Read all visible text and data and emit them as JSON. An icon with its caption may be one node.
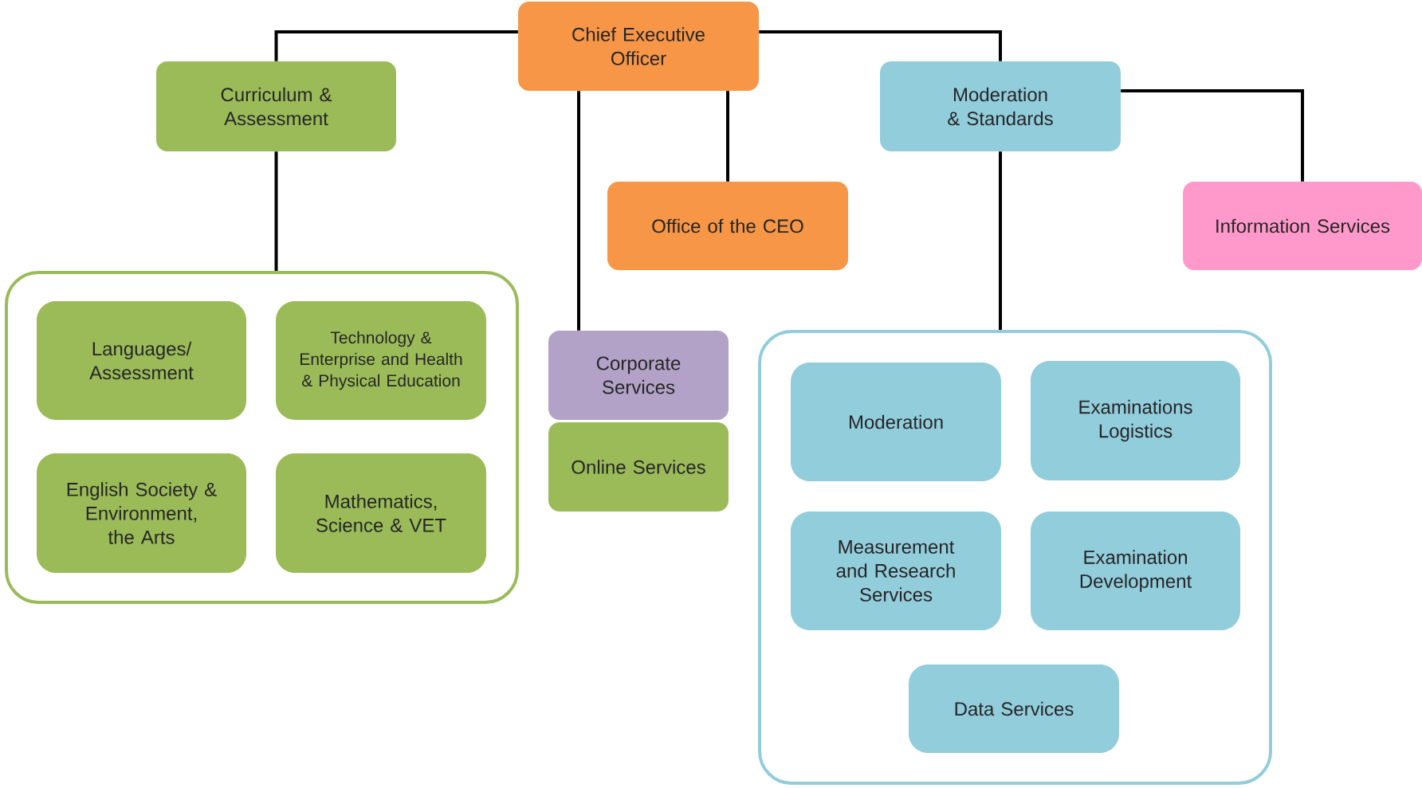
{
  "diagram": {
    "nodes": [
      {
        "text": [
          "Chief Executive Officer"
        ]
      },
      {
        "text": [
          "Curriculum & Assessment"
        ]
      },
      {
        "text": [
          "Moderation & Standards"
        ]
      },
      {
        "text": [
          "Office of the CEO"
        ]
      },
      {
        "text": [
          "Information Services"
        ]
      },
      {
        "text": [],
        "shape": "box"
      },
      {
        "text": [
          "Languages/ Assessment"
        ],
        "in": 5
      },
      {
        "text": [
          "Technology & Enterprise and Health & Physical Education"
        ],
        "in": 5
      },
      {
        "text": [
          "English Society & Environment, the Arts"
        ],
        "in": 5
      },
      {
        "text": [
          "Mathematics, Science & VET"
        ],
        "in": 5
      },
      {
        "text": [
          "Corporate Services"
        ]
      },
      {
        "text": [
          "Online Services"
        ]
      },
      {
        "text": [],
        "shape": "box"
      },
      {
        "text": [
          "Moderation"
        ],
        "in": 12
      },
      {
        "text": [
          "Examinations Logistics"
        ],
        "in": 12
      },
      {
        "text": [
          "Measurement and Research Services"
        ],
        "in": 12
      },
      {
        "text": [
          "Examination Development"
        ],
        "in": 12
      },
      {
        "text": [
          "Data Services"
        ],
        "in": 12
      }
    ],
    "edges": [
      {
        "from": 0,
        "to": 1,
        "arrow": "none"
      },
      {
        "from": 0,
        "to": 2,
        "arrow": "none"
      },
      {
        "from": 0,
        "to": 3,
        "arrow": "none"
      },
      {
        "from": 0,
        "to": 10,
        "arrow": "none"
      },
      {
        "from": 1,
        "to": 5,
        "arrow": "none"
      },
      {
        "from": 2,
        "to": 4,
        "arrow": "none"
      },
      {
        "from": 2,
        "to": 12,
        "arrow": "none"
      }
    ]
  }
}
